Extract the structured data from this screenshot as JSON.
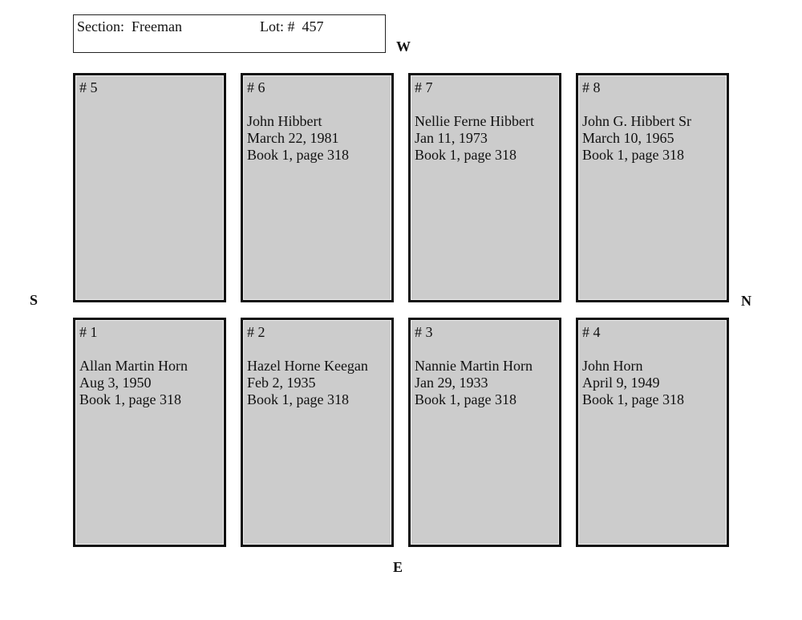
{
  "header": {
    "section_label": "Section:  Freeman",
    "lot_label": "Lot: #  457"
  },
  "compass": {
    "west": "W",
    "south": "S",
    "north": "N",
    "east": "E"
  },
  "plots": {
    "p5": {
      "number": "# 5",
      "name": "",
      "date": "",
      "record": ""
    },
    "p6": {
      "number": "# 6",
      "name": "John Hibbert",
      "date": "March 22, 1981",
      "record": "Book 1, page 318"
    },
    "p7": {
      "number": "# 7",
      "name": "Nellie Ferne Hibbert",
      "date": "Jan 11, 1973",
      "record": "Book 1, page 318"
    },
    "p8": {
      "number": "# 8",
      "name": "John G. Hibbert Sr",
      "date": "March 10, 1965",
      "record": "Book 1, page 318"
    },
    "p1": {
      "number": "# 1",
      "name": "Allan Martin Horn",
      "date": "Aug 3, 1950",
      "record": "Book 1, page 318"
    },
    "p2": {
      "number": "# 2",
      "name": "Hazel Horne Keegan",
      "date": "Feb 2, 1935",
      "record": "Book 1, page 318"
    },
    "p3": {
      "number": "# 3",
      "name": "Nannie Martin Horn",
      "date": "Jan 29, 1933",
      "record": "Book 1, page 318"
    },
    "p4": {
      "number": "# 4",
      "name": "John Horn",
      "date": "April 9, 1949",
      "record": "Book 1, page 318"
    }
  },
  "colors": {
    "plot_fill": "#cccccc",
    "plot_border": "#111111",
    "background": "#ffffff"
  }
}
